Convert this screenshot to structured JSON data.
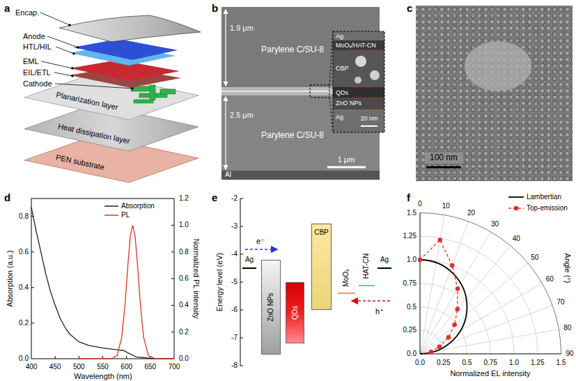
{
  "diagram": {
    "nodes": [
      {
        "text": [
          "ZnO NPs"
        ]
      },
      {
        "text": [
          "QDs"
        ]
      },
      {
        "text": [
          "CBP"
        ]
      }
    ],
    "labels": [
      "a",
      "b",
      "c",
      "d",
      "e",
      "f",
      "Encap.",
      "Anode",
      "HTL/HIL",
      "EML",
      "EIL/ETL",
      "Cathode",
      "Planarization layer",
      "Heat dissipation layer",
      "PEN substrate",
      "1.9 μm",
      "2.5 μm",
      "Parylene C/SU-8",
      "Parylene C/SU-8",
      "Al",
      "1 μm",
      "Ag",
      "MoOₓ/HAT-CN",
      "CBP",
      "QDs",
      "ZnO NPs",
      "Ag",
      "20 nm",
      "100 nm",
      "Absorption (a.u.)",
      "Normalized PL intensity",
      "0.0",
      "0.2",
      "0.4",
      "0.6",
      "0.8",
      "0.0",
      "0.2",
      "0.4",
      "0.6",
      "0.8",
      "1.0",
      "1.2",
      "400",
      "450",
      "500",
      "550",
      "600",
      "650",
      "700",
      "Wavelength (nm)",
      "-2",
      "-3",
      "-4",
      "-5",
      "-6",
      "-7",
      "-8",
      "Energy level (eV)",
      "Ag",
      "e⁻",
      "MoOₓ",
      "HAT-CN",
      "Ag",
      "h⁺",
      "0",
      "10",
      "20",
      "30",
      "40",
      "50",
      "60",
      "70",
      "80",
      "90",
      "Angle (°)",
      "0.0",
      "0.25",
      "0.5",
      "0.75",
      "1.0",
      "1.25",
      "1.5",
      "0.0",
      "0.25",
      "0.5",
      "0.75",
      "1.0",
      "1.25",
      "1.5",
      "Normalized EL intensity"
    ],
    "legend": [
      {
        "text": "Absorption"
      },
      {
        "text": "PL"
      },
      {
        "text": "Lambertian"
      },
      {
        "text": "Top-emission"
      }
    ]
  }
}
